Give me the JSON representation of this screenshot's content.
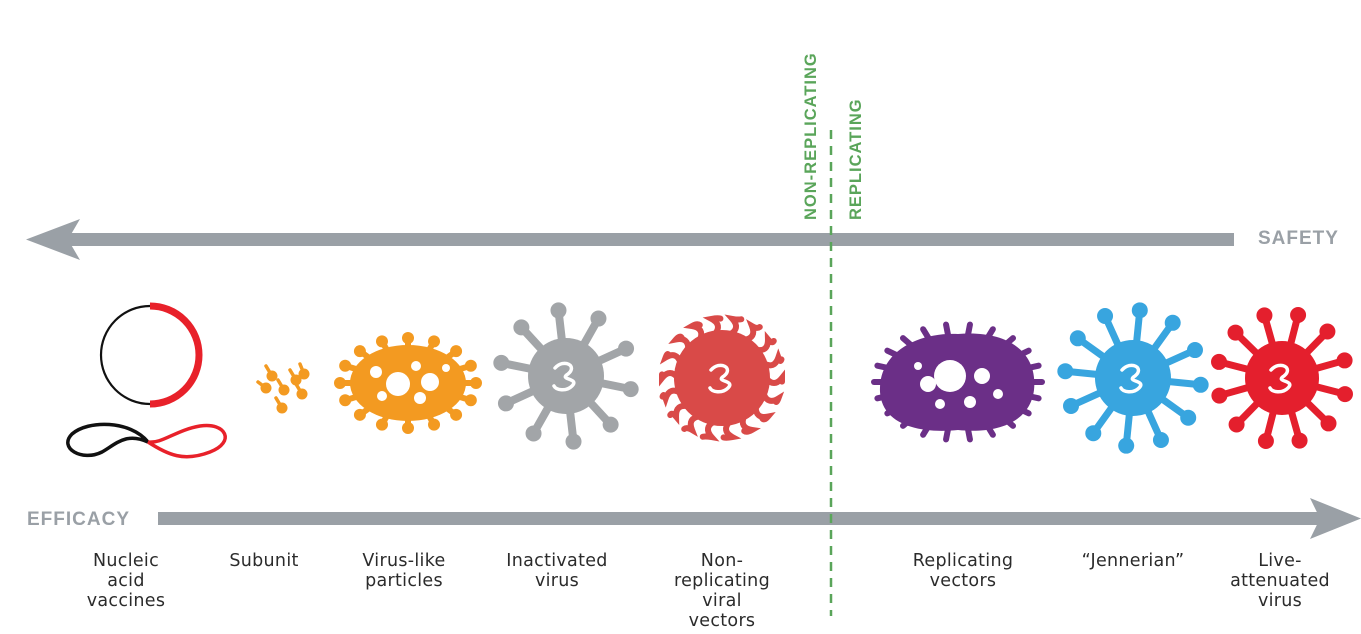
{
  "colors": {
    "axis": "#9aa0a6",
    "divider": "#5aa55a",
    "nucleic_black": "#111111",
    "nucleic_red": "#e8212a",
    "subunit": "#f39a21",
    "vlp": "#f39a21",
    "inactivated": "#a2a5a8",
    "nonrep": "#d94a48",
    "repvec": "#6b2f87",
    "jennerian": "#38a5df",
    "live": "#e41f2d"
  },
  "labels": {
    "safety": "SAFETY",
    "efficacy": "EFFICACY",
    "non_replicating": "NON-REPLICATING",
    "replicating": "REPLICATING"
  },
  "categories": [
    {
      "key": "nucleic",
      "label": "Nucleic\nacid\nvaccines",
      "icon": "plasmid-and-rna-icon"
    },
    {
      "key": "subunit",
      "label": "Subunit",
      "icon": "protein-subunit-icon"
    },
    {
      "key": "vlp",
      "label": "Virus-like\nparticles",
      "icon": "virus-like-particle-icon"
    },
    {
      "key": "inactivated",
      "label": "Inactivated\nvirus",
      "icon": "inactivated-virus-icon"
    },
    {
      "key": "nonrep",
      "label": "Non-\nreplicating\nviral\nvectors",
      "icon": "non-replicating-vector-icon"
    },
    {
      "key": "repvec",
      "label": "Replicating\nvectors",
      "icon": "replicating-vector-icon"
    },
    {
      "key": "jennerian",
      "label": "“Jennerian”",
      "icon": "jennerian-virus-icon"
    },
    {
      "key": "live",
      "label": "Live-\nattenuated\nvirus",
      "icon": "live-attenuated-virus-icon"
    }
  ]
}
